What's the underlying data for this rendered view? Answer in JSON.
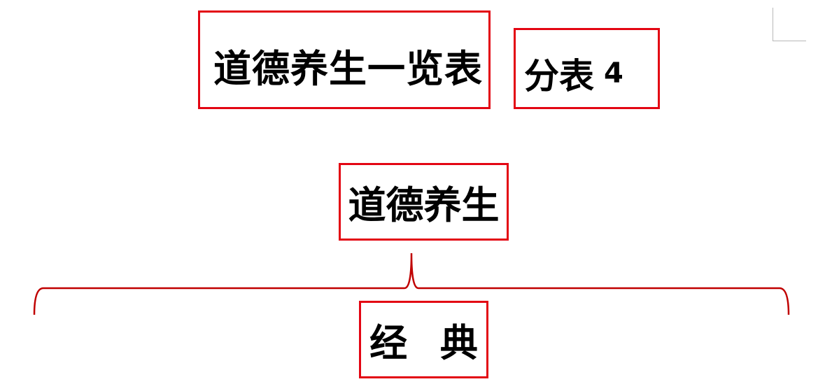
{
  "header": {
    "title": "道德养生一览表",
    "subtitle_text": "分表",
    "subtitle_number": "4"
  },
  "tree": {
    "root": "道德养生",
    "children": [
      "经 典"
    ]
  },
  "colors": {
    "box_border": "#e30613",
    "brace": "#c00000",
    "text": "#000000"
  }
}
